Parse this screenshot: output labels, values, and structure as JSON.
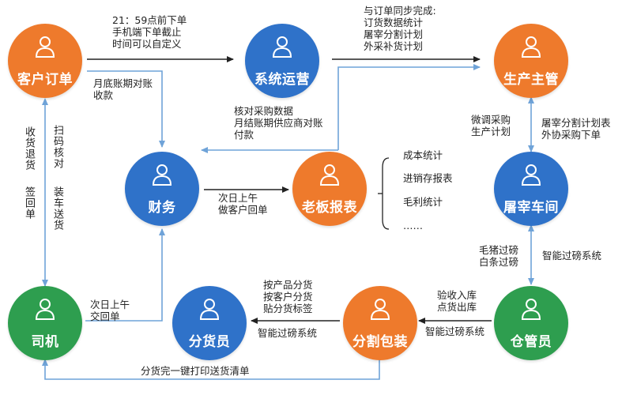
{
  "nodes": {
    "customer_order": "客户订单",
    "system_ops": "系统运营",
    "production_manager": "生产主管",
    "finance": "财务",
    "boss_report": "老板报表",
    "slaughter_workshop": "屠宰车间",
    "driver": "司机",
    "distributor": "分货员",
    "cut_pack": "分割包装",
    "warehouse_manager": "仓管员"
  },
  "labels": {
    "order_to_system": [
      "21：59点前下单",
      "手机端下单截止",
      "时间可以自定义"
    ],
    "system_to_production": [
      "与订单同步完成:",
      "订货数据统计",
      "屠宰分割计划",
      "外采补货计划"
    ],
    "order_to_finance": [
      "月底账期对账",
      "收款"
    ],
    "system_to_finance": [
      "核对采购数据",
      "月结账期供应商对账",
      "付款"
    ],
    "boss_items": [
      "成本统计",
      "进销存报表",
      "毛利统计",
      "……"
    ],
    "finance_to_boss": [
      "次日上午",
      "做客户回单"
    ],
    "production_left": [
      "微调采购",
      "生产计划"
    ],
    "production_right": [
      "屠宰分割计划表",
      "外协采购下单"
    ],
    "driver_left_col1": "收货退货",
    "driver_left_col1b": "签回单",
    "driver_left_col2": "扫码核对",
    "driver_left_col2b": "装车送货",
    "warehouse_left": [
      "毛猪过磅",
      "白条过磅"
    ],
    "warehouse_right": "智能过磅系统",
    "driver_to_finance": [
      "次日上午",
      "交回单"
    ],
    "cut_to_distributor": [
      "按产品分货",
      "按客户分货",
      "贴分货标签"
    ],
    "cut_to_distributor_below": "智能过磅系统",
    "warehouse_to_cut": [
      "验收入库",
      "点货出库"
    ],
    "warehouse_to_cut_below": "智能过磅系统",
    "bottom": "分货完一键打印送货清单"
  }
}
